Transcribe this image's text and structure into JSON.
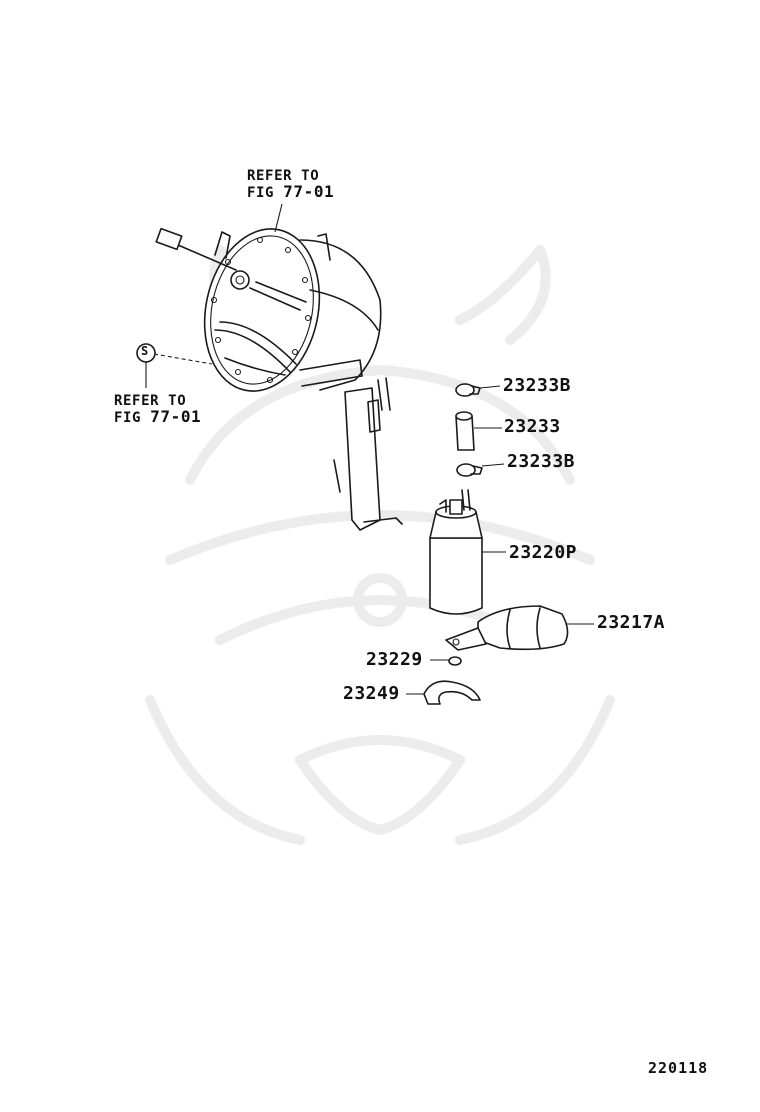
{
  "diagram": {
    "figure_number": "220118",
    "refer_top": {
      "line1": "REFER TO",
      "fig_prefix": "FIG",
      "fig_ref": "77-01"
    },
    "refer_left": {
      "line1": "REFER TO",
      "fig_prefix": "FIG",
      "fig_ref": "77-01"
    },
    "screw_symbol": "S",
    "parts": [
      {
        "id": "23233B-top",
        "label": "23233B"
      },
      {
        "id": "23233",
        "label": "23233"
      },
      {
        "id": "23233B-bottom",
        "label": "23233B"
      },
      {
        "id": "23220P",
        "label": "23220P"
      },
      {
        "id": "23217A",
        "label": "23217A"
      },
      {
        "id": "23229",
        "label": "23229"
      },
      {
        "id": "23249",
        "label": "23249"
      }
    ]
  }
}
